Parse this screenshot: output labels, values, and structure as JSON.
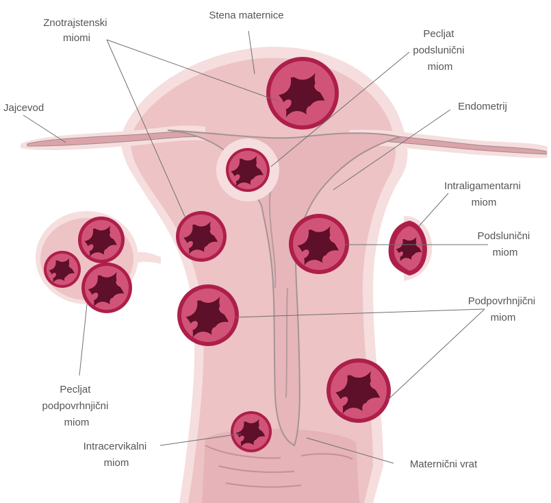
{
  "labels": {
    "stena_maternice": "Stena maternice",
    "znotrajstenski": [
      "Znotrajstenski",
      "miomi"
    ],
    "pecljat_podsluznicni": [
      "Pecljat",
      "podslunični",
      "miom"
    ],
    "jajcevod": "Jajcevod",
    "endometrij": "Endometrij",
    "intraligamentarni": [
      "Intraligamentarni",
      "miom"
    ],
    "podsluznicni": [
      "Podslunični",
      "miom"
    ],
    "podpovrhnjicni": [
      "Podpovrhnjični",
      "miom"
    ],
    "pecljat_podpovrhnjicni": [
      "Pecljat",
      "podpovrhnjični",
      "miom"
    ],
    "intracervikalni": [
      "Intracervikalni",
      "miom"
    ],
    "maternicni_vrat": "Maternični vrat"
  },
  "colors": {
    "tissue_outer": "#f6dede",
    "tissue": "#edc3c6",
    "tissue_dark": "#e2aeb3",
    "inner_line": "#9c8a8a",
    "fibroid_ring": "#ad1f4a",
    "fibroid_fill": "#d15478",
    "fibroid_core": "#5e0f2a",
    "label_text": "#555555",
    "leader": "#6e6e6e"
  }
}
